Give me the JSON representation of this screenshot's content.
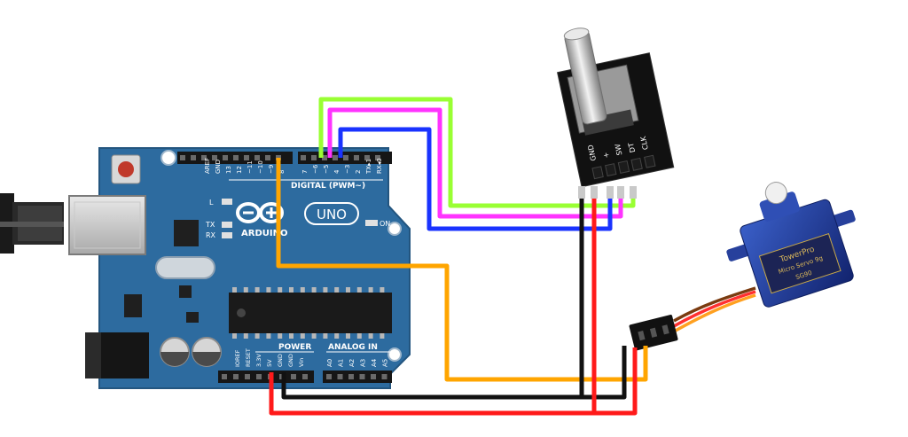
{
  "arduino": {
    "brand": "ARDUINO",
    "model": "UNO",
    "digital_label": "DIGITAL (PWM~)",
    "power_label": "POWER",
    "analog_label": "ANALOG IN",
    "on_label": "ON",
    "led_labels": [
      "L",
      "TX",
      "RX"
    ],
    "top_pins": [
      "AREF",
      "GND",
      "13",
      "12",
      "~11",
      "~10",
      "~9",
      "8",
      "7",
      "~6",
      "~5",
      "4",
      "~3",
      "2",
      "TX▸1",
      "RX◂0"
    ],
    "power_pins": [
      "IOREF",
      "RESET",
      "3.3V",
      "5V",
      "GND",
      "GND",
      "Vin"
    ],
    "analog_pins": [
      "A0",
      "A1",
      "A2",
      "A3",
      "A4",
      "A5"
    ]
  },
  "encoder": {
    "pins": [
      "GND",
      "+",
      "SW",
      "DT",
      "CLK"
    ]
  },
  "servo": {
    "brand": "TowerPro",
    "model": "Micro Servo 9g",
    "part": "SG90"
  },
  "colors": {
    "board": "#2d6b9f",
    "wire_green": "#99ff33",
    "wire_magenta": "#ff33ff",
    "wire_blue": "#1a33ff",
    "wire_orange": "#ffa500",
    "wire_black": "#111111",
    "wire_red": "#ff1a1a"
  }
}
